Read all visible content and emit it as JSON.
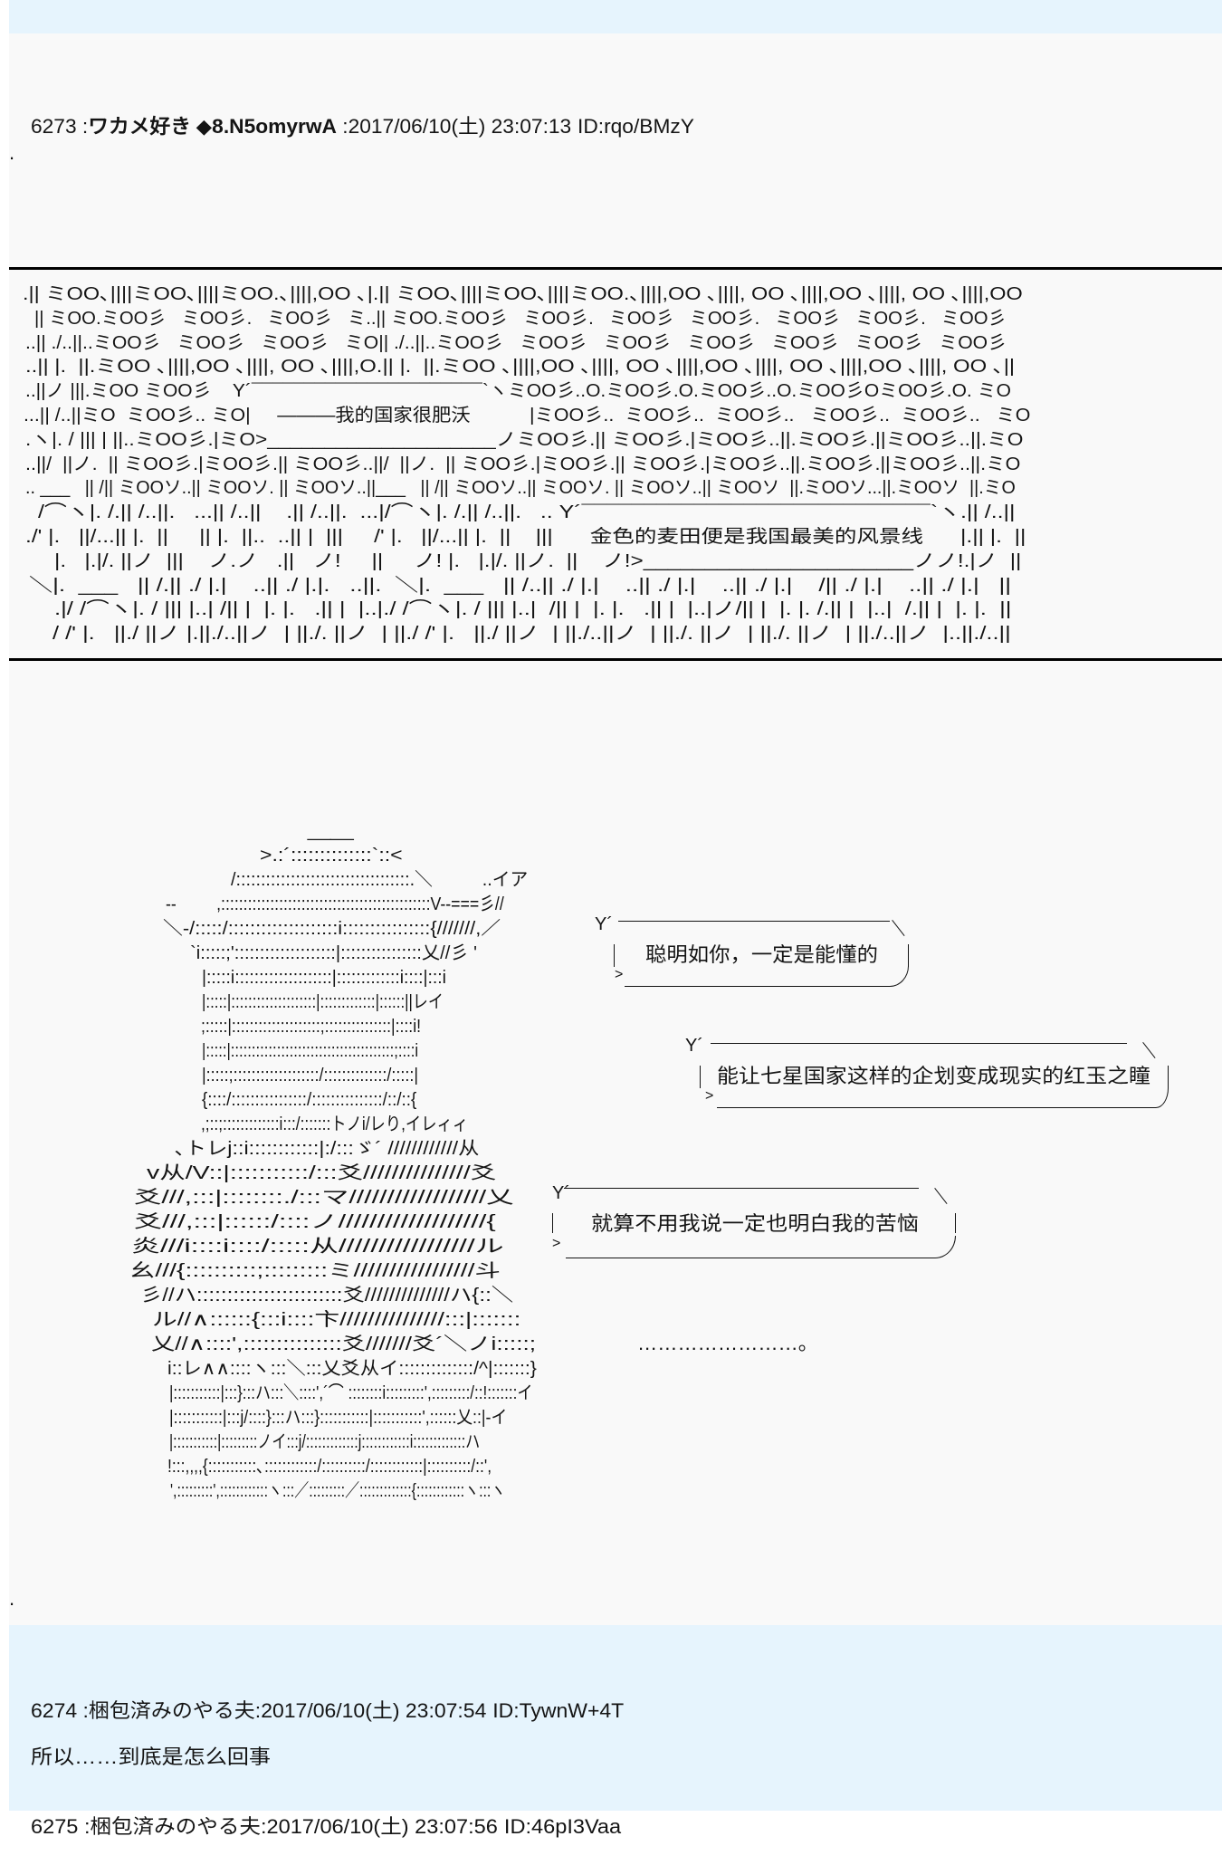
{
  "theme": {
    "header_band": "#e6f4fd",
    "post_background": "#f9f9f9",
    "reply_band": "#e6f4fd",
    "rule_color": "#000000",
    "text_color": "#141414"
  },
  "posts": [
    {
      "number": "6273",
      "sep_after_number": " :",
      "name": "ワカメ好き",
      "trip": "◆8.N5omyrwA",
      "sep_after_name": " :",
      "datetime": "2017/06/10(土) 23:07:13",
      "id": "ID:rqo/BMzY",
      "lead_dot": ".",
      "aa_landscape": {
        "lines": [
          ".|| ミOO､||||ミOO､||||ミOO.､||||,OO ､|.|| ミOO､||||ミOO､||||ミOO.､||||,OO ､||||, OO ､||||,OO ､||||, OO ､||||,OO",
          "|| ミOO.ミOO彡   ミOO彡.   ミOO彡   ミ..|| ミOO.ミOO彡   ミOO彡.   ミOO彡   ミOO彡.   ミOO彡   ミOO彡.   ミOO彡",
          "..|| ./..||..ミOO彡   ミOO彡   ミOO彡   ミO|| ./..||..ミOO彡   ミOO彡   ミOO彡   ミOO彡   ミOO彡   ミOO彡   ミOO彡",
          "..|| |.  ||.ミOO ､||||,OO ､||||, OO ､||||,O.|| |.  ||.ミOO ､||||,OO ､||||, OO ､||||,OO ､||||, OO ､||||,OO ､||||, OO ､||",
          "..||ノ |||.ミOO ミOO彡    Y´¯¯¯¯¯¯¯¯¯¯¯¯¯¯¯¯¯¯¯¯¯¯`ヽミOO彡..O.ミOO彡.O.ミOO彡..O.ミOO彡OミOO彡.O. ミO",
          "...|| /..||ミO  ミOO彡.. ミO|     ―――我的国家很肥沃           |ミOO彡..  ミOO彡..  ミOO彡..   ミOO彡..  ミOO彡..   ミO",
          ".ヽ|. / ||| | ||..ミOO彡.|ミO>____________________ノミOO彡.|| ミOO彡.|ミOO彡..||.ミOO彡.||ミOO彡..||.ミO",
          "..||/  ||ノ.  || ミOO彡.|ミOO彡.|| ミOO彡..||/  ||ノ.  || ミOO彡.|ミOO彡.|| ミOO彡.|ミOO彡..||.ミOO彡.||ミOO彡..||.ミO",
          ".. ___   || /|| ミOOソ..|| ミOOソ. || ミOOソ..||___   || /|| ミOOソ..|| ミOOソ. || ミOOソ..|| ミOOソ  ||.ミOOソ...||.ミOOソ  ||.ミO",
          "/⌒ヽ|. /.|| /..||.   ...|| /..||    .|| /..||.  ...|/⌒ヽ|. /.|| /..||.   .. Y´¯¯¯¯¯¯¯¯¯¯¯¯¯¯¯¯¯¯¯¯¯¯¯¯¯¯¯¯`ヽ.|| /..||",
          "./' |.   ||/...|| |.  ||     || |.  ||..  ..|| |  |||     /' |.   ||/...|| |.  ||    |||      金色的麦田便是我国最美的风景线      |.|| |.  ||",
          "|.   |.|/. ||ノ  |||    ノ.ノ   .||   ノ!     ||     ノ! |.   |.|/. ||ノ.  ||    ノ!>______________________ノノ!.|ノ  ||",
          "＼|.  ___   || /.|| ./ |.|    ..|| ./ |.|.   ..||.  ＼|.  ___   || /..|| ./ |.|    ..|| ./ |.|    ..|| ./ |.|    /|| ./ |.|    ..|| ./ |.|   ||",
          ".|/ /⌒ヽ|. / ||| |..| /|| |  |. |.   .|| |  |..|./ /⌒ヽ|. / ||| |..|  /|| |  |. |.   .|| |  |..|ノ/|| |  |. |. /.|| |  |..|  /.|| |  |. |.  ||",
          "/ /' |.   ||./ ||ノ |.||./..||ノ  | ||./. ||ノ  | ||./ /' |.   ||./ ||ノ  | ||./..||ノ  | ||./. ||ノ  | ||./. ||ノ  | ||./..||ノ  |..||./..||"
        ]
      },
      "aa_character": {
        "lines": [
          "__",
          ">.:´::::::::::::::`::<",
          "/:::::::::::::::::::::::::::::::::::.＼          ..イア",
          "--         ,:::::::::::::::::::::::::::::::::::::::::::::::V--===彡//",
          "＼-/:::::/::::::::::::::::::::i::::::::::::::::{///////,／",
          "`i:::::;'::::::::::::::::::::|::::::::::::::::乂//彡 '",
          "|:::::i::::::::::::::::::::|:::::::::::::i::::|:::i",
          "|:::::|::::::::::::::::::::|:::::::::::::|::::::||レイ",
          ";:::::|::::::::::::::::::::;:::::::::::::::|::::i!",
          "|:::::|:::::::::::::::::::::::::::::::::::::::;::::i",
          "|:::::;:::::::::::::::::::/::::::::::::::/:::::|",
          "{::::/::::::::::::::::/:::::::::::::::/::/::{",
          ",;::;:::::::::::::i:::/:::::::トノi/レり,イレィィ",
          "､トレj::i::::::::::::|:/:::ゞ´ ////////////从",
          "v从/V::|:::::::::::/:::爻///////////////爻",
          "爻///,:::|::::::::./:::マ//////////////////乂",
          "爻///,:::|::::::/::::ノ///////////////////{",
          "炎///i::::i::::/:::::从/////////////////ル",
          "幺///{::::::::::;:::::::::ミ/////////////////斗",
          "彡//ハ::::::::::::::::::::::::爻//////////////ハ{::＼",
          "ル//∧::::::{:::i::::卞///////////////:::|:::::::",
          "乂//∧::::',:::::::::::::::爻///////爻´＼ノi:::::;",
          "i::レ∧∧::::ヽ:::＼:::乂爻从イ::::::::::::::/^|:::::::}",
          "|:::::::::::|:::}:::ハ:::＼::::',´⌒ ::::::::i:::::::::',:::::::::/::!:::::::イ",
          "|:::::::::::|:::j/::::}:::ハ:::}:::::::::::|:::::::::::',::::::乂::|-イ",
          "|:::::::::::|:::::::::ノイ:::j/:::::::::::::j::::::::::::i:::::::::::::ハ",
          "!:::,,,,{:::::::::::､::::::::::::/::::::::::/::::::::::::|::::::::::/::',",
          "',:::::::::',::::::::::::ヽ:::／:::::::::／:::::::::::::{::::::::::::ヽ:::ヽ"
        ]
      },
      "bubbles": [
        {
          "tail": "Y´",
          "hook": ">",
          "text": "聪明如你，一定是能懂的"
        },
        {
          "tail": "Y´",
          "hook": ">",
          "text": "能让七星国家这样的企划变成现实的红玉之瞳"
        },
        {
          "tail": "Y´",
          "hook": ">",
          "text": "就算不用我说一定也明白我的苦恼"
        }
      ],
      "ellipsis": "……………………。",
      "tail_dot": "."
    },
    {
      "number": "6274",
      "sep_after_number": " :",
      "name": "梱包済みのやる夫",
      "sep_after_name": ":",
      "datetime": "2017/06/10(土) 23:07:54",
      "id": "ID:TywnW+4T",
      "body": "所以……到底是怎么回事"
    },
    {
      "number": "6275",
      "sep_after_number": " :",
      "name": "梱包済みのやる夫",
      "sep_after_name": ":",
      "datetime": "2017/06/10(土) 23:07:56",
      "id": "ID:46pI3Vaa"
    }
  ]
}
